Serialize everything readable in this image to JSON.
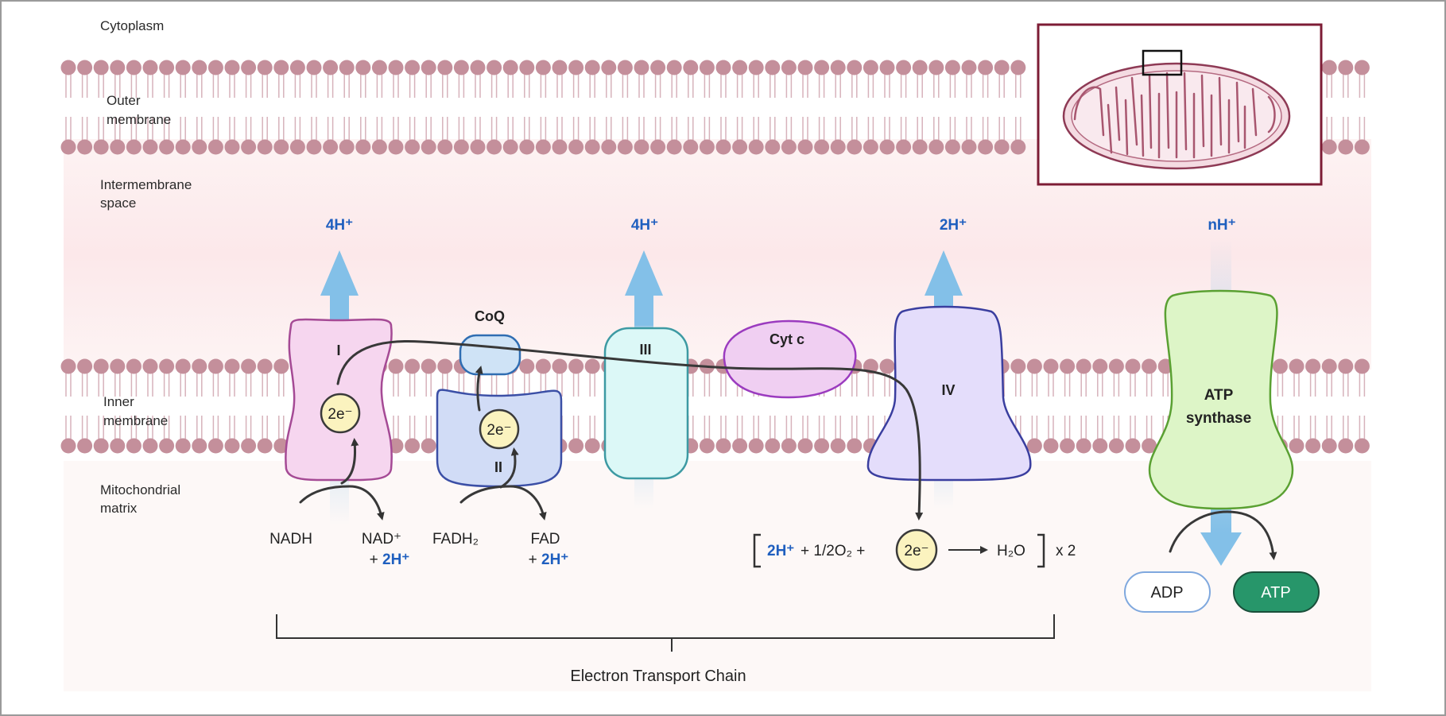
{
  "regions": {
    "cytoplasm": "Cytoplasm",
    "outer_membrane": [
      "Outer",
      "membrane"
    ],
    "intermembrane_space": [
      "Intermembrane",
      "space"
    ],
    "inner_membrane": [
      "Inner",
      "membrane"
    ],
    "matrix": [
      "Mitochondrial",
      "matrix"
    ]
  },
  "complexes": {
    "c1": "I",
    "c2": "II",
    "coq": "CoQ",
    "c3": "III",
    "cytc": "Cyt c",
    "c4": "IV",
    "atp_synthase": [
      "ATP",
      "synthase"
    ]
  },
  "protons": {
    "c1": "4H⁺",
    "c3": "4H⁺",
    "c4": "2H⁺",
    "atp": "nH⁺"
  },
  "electron_label": "2e⁻",
  "reactions": {
    "nadh": "NADH",
    "nad_plus": "NAD⁺",
    "nad_h": "+ ",
    "nad_h_value": "2H⁺",
    "fadh2": "FADH₂",
    "fad": "FAD",
    "fad_h": "+ ",
    "fad_h_value": "2H⁺",
    "water_h": "2H⁺",
    "water_o2": "+ 1/2O₂ +",
    "water_h2o": "H₂O",
    "water_mult": "x 2",
    "adp": "ADP",
    "atp": "ATP"
  },
  "chain_label": "Electron Transport Chain",
  "colors": {
    "membrane": "#c48f9b",
    "proton": "#1f5fbf",
    "proton_arrow": "#83c0e8",
    "atp_pill": "#27966a",
    "inset_border": "#7d1c35"
  }
}
